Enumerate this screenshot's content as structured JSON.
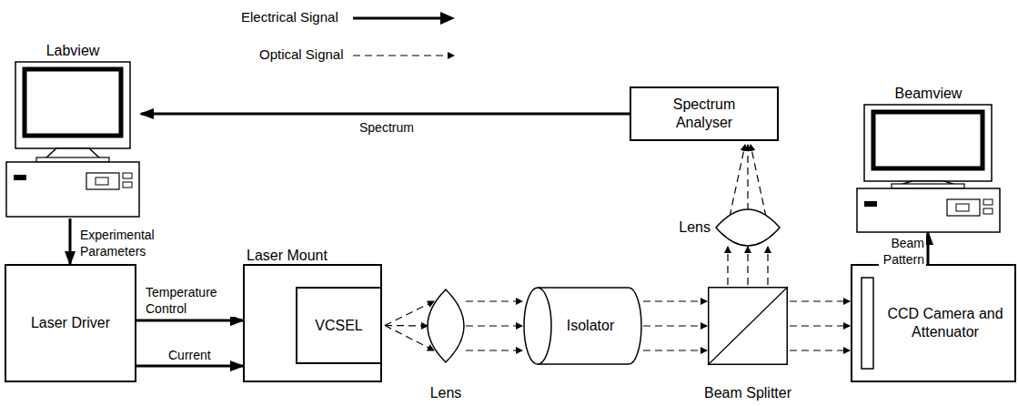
{
  "diagram": {
    "nodes": [
      {
        "text": [
          "Labview"
        ]
      },
      {
        "text": [
          "Spectrum Analyser"
        ]
      },
      {
        "text": [
          "Beamview"
        ]
      },
      {
        "text": [
          "Laser Driver"
        ]
      },
      {
        "text": [
          "Laser Mount"
        ]
      },
      {
        "text": [
          "VCSEL"
        ],
        "in": 4
      },
      {
        "text": [
          "Lens"
        ]
      },
      {
        "text": [
          "Isolator"
        ]
      },
      {
        "text": [
          "Beam Splitter"
        ]
      },
      {
        "text": [
          "Lens"
        ]
      },
      {
        "text": [
          "CCD Camera and Attenuator"
        ]
      }
    ],
    "edges": [
      {
        "from": 1,
        "to": 0,
        "arrow": "to",
        "label": "Spectrum"
      },
      {
        "from": 0,
        "to": 3,
        "arrow": "to",
        "label": "Experimental Parameters"
      },
      {
        "from": 3,
        "to": 4,
        "arrow": "to",
        "label": "Temperature Control"
      },
      {
        "from": 3,
        "to": 4,
        "arrow": "to",
        "label": "Current"
      },
      {
        "from": 10,
        "to": 2,
        "arrow": "to",
        "label": "Beam Pattern"
      },
      {
        "from": 5,
        "to": 6,
        "arrow": "to"
      },
      {
        "from": 6,
        "to": 7,
        "arrow": "to"
      },
      {
        "from": 7,
        "to": 8,
        "arrow": "to"
      },
      {
        "from": 8,
        "to": 10,
        "arrow": "to"
      },
      {
        "from": 8,
        "to": 9,
        "arrow": "to"
      },
      {
        "from": 9,
        "to": 1,
        "arrow": "to"
      }
    ],
    "legend": [
      {
        "text": "Electrical Signal"
      },
      {
        "text": "Optical Signal"
      }
    ]
  }
}
